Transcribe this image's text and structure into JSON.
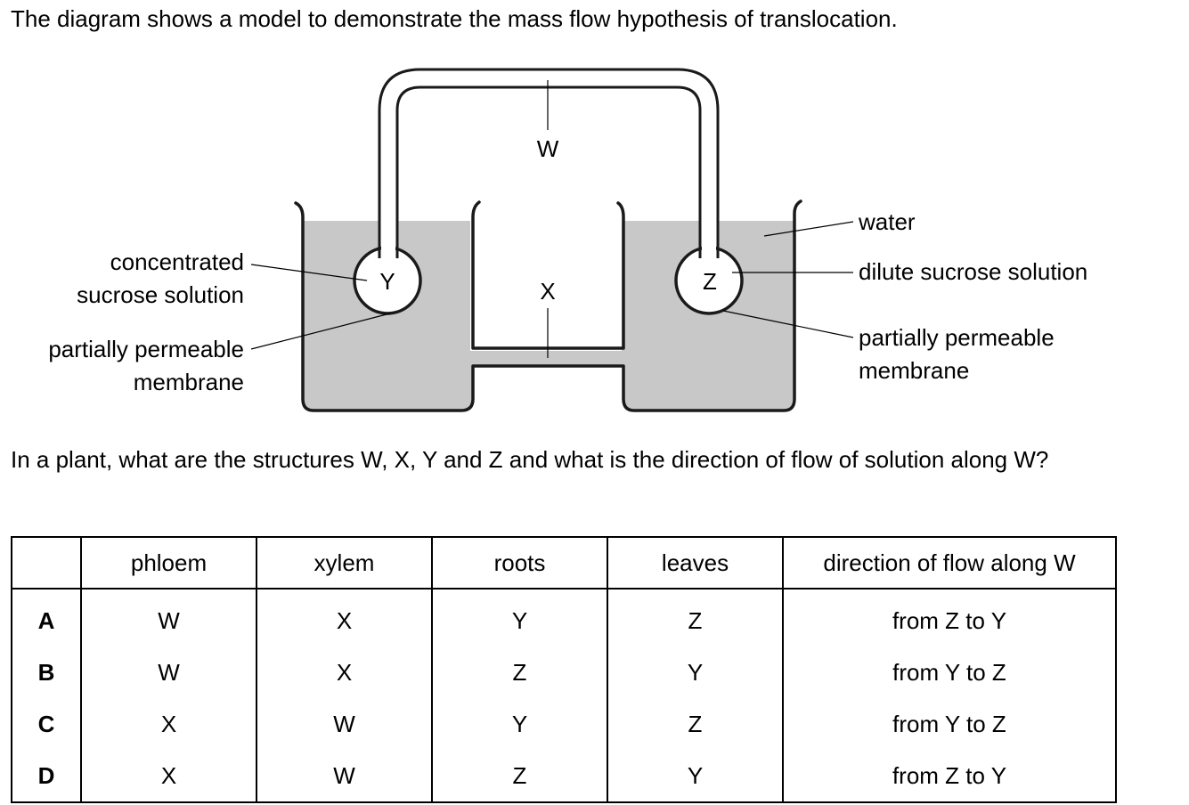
{
  "intro": "The diagram shows a model to demonstrate the mass flow hypothesis of translocation.",
  "labels": {
    "W": "W",
    "X": "X",
    "Y": "Y",
    "Z": "Z",
    "conc_1": "concentrated",
    "conc_2": "sucrose solution",
    "ppm_left_1": "partially permeable",
    "ppm_left_2": "membrane",
    "water": "water",
    "dilute": "dilute sucrose solution",
    "ppm_right_1": "partially permeable",
    "ppm_right_2": "membrane"
  },
  "colors": {
    "liquid": "#c8c8c8",
    "outline": "#1a1a1a"
  },
  "question": "In a plant, what are the structures W, X, Y and Z and what is the direction of flow of solution along W?",
  "table": {
    "headers": [
      "",
      "phloem",
      "xylem",
      "roots",
      "leaves",
      "direction of flow along W"
    ],
    "rows": [
      [
        "A",
        "W",
        "X",
        "Y",
        "Z",
        "from Z to Y"
      ],
      [
        "B",
        "W",
        "X",
        "Z",
        "Y",
        "from Y to Z"
      ],
      [
        "C",
        "X",
        "W",
        "Y",
        "Z",
        "from Y to Z"
      ],
      [
        "D",
        "X",
        "W",
        "Z",
        "Y",
        "from Z to Y"
      ]
    ]
  }
}
